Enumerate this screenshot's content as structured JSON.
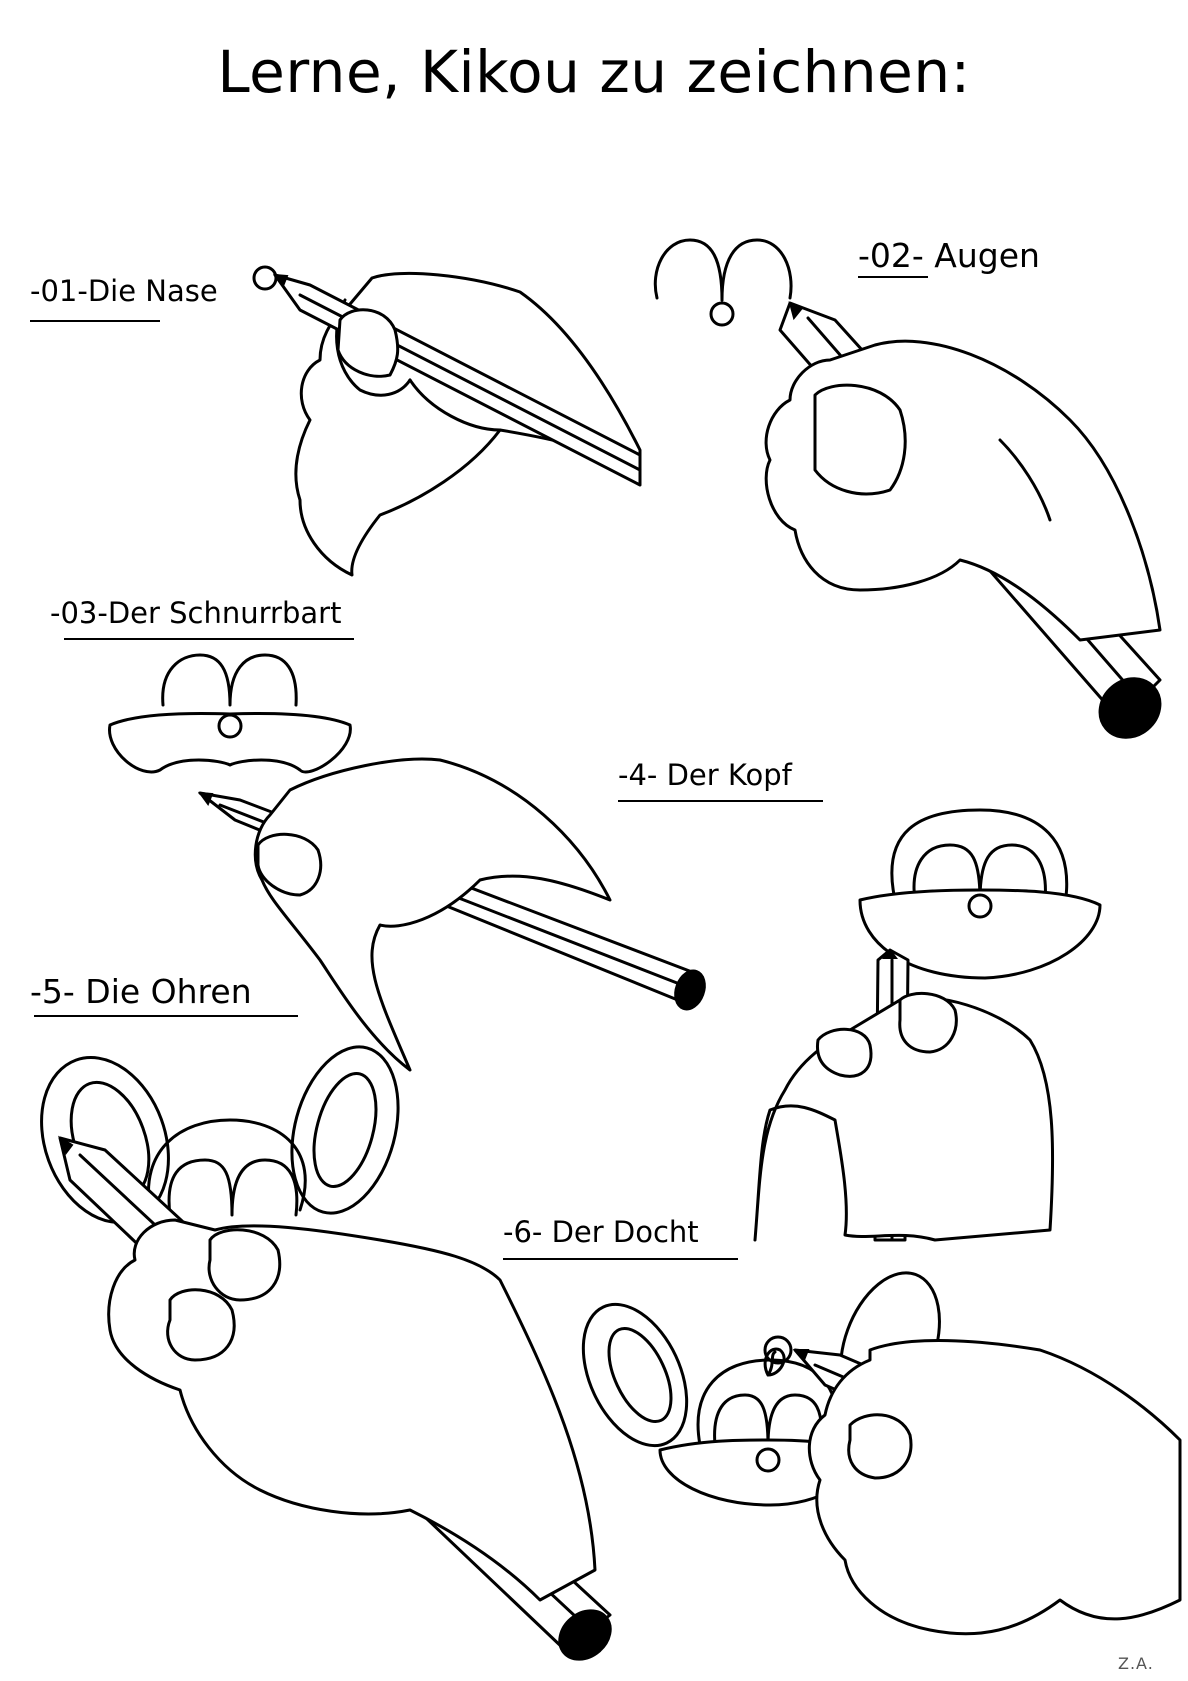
{
  "title": "Lerne, Kikou zu zeichnen:",
  "steps": [
    {
      "label": "-01-Die Nase"
    },
    {
      "label": "-02- Augen"
    },
    {
      "label": "-03-Der Schnurrbart"
    },
    {
      "label": "-4- Der Kopf"
    },
    {
      "label": "-5- Die Ohren"
    },
    {
      "label": "-6- Der Docht"
    }
  ],
  "signature": "Z.A."
}
